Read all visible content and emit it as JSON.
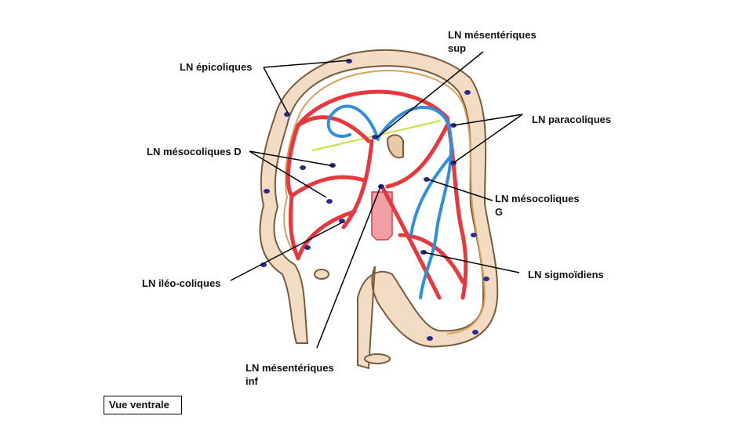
{
  "labels": {
    "epicoliques": "LN épicoliques",
    "mesenteriques_sup": [
      "LN mésentériques",
      "sup"
    ],
    "paracoliques": "LN paracoliques",
    "mesocoliques_d": "LN mésocoliques D",
    "mesocoliques_g": [
      "LN mésocoliques",
      "G"
    ],
    "sigmoidiens": "LN sigmoïdiens",
    "ileo_coliques": "LN iléo-coliques",
    "mesenteriques_inf": [
      "LN mésentériques",
      "inf"
    ]
  },
  "caption": "Vue ventrale",
  "colors": {
    "artery": "#e8383d",
    "vein": "#2f8fdc",
    "lymph_node": "#2b2b8c",
    "colon_wall": "#f3dcc4",
    "colon_outline": "#7a5a3c",
    "pointer_line": "#000000",
    "transverse_line": "#c8e03a"
  }
}
